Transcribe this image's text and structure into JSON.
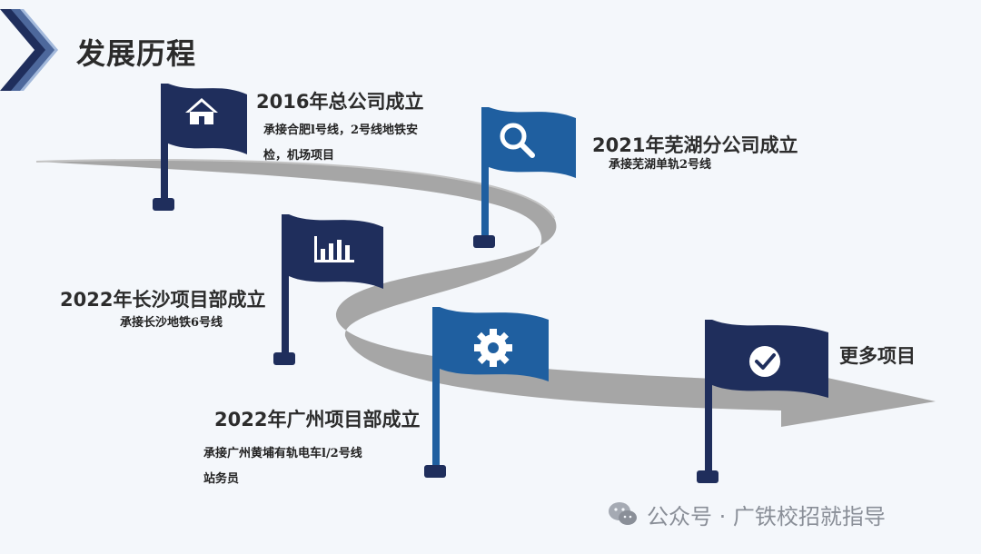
{
  "page": {
    "title": "发展历程"
  },
  "milestones": [
    {
      "heading": "2016年总公司成立",
      "desc_lines": [
        "承接合肥l号线，2号线地铁安",
        "检，机场项目"
      ],
      "icon": "home-icon"
    },
    {
      "heading": "2021年芜湖分公司成立",
      "desc_lines": [
        "承接芜湖单轨2号线"
      ],
      "icon": "search-icon"
    },
    {
      "heading": "2022年长沙项目部成立",
      "desc_lines": [
        "承接长沙地铁6号线"
      ],
      "icon": "bar-chart-icon"
    },
    {
      "heading": "2022年广州项目部成立",
      "desc_lines": [
        "承接广州黄埔有轨电车l/2号线",
        "站务员"
      ],
      "icon": "gear-icon"
    },
    {
      "heading": "更多项目",
      "desc_lines": [],
      "icon": "check-circle-icon"
    }
  ],
  "watermark": {
    "text": "公众号 · 广铁校招就指导"
  },
  "colors": {
    "navy": "#1f2e5c",
    "blue": "#1f5fa0",
    "road": "#9a9a9a",
    "background": "#f4f7fb"
  }
}
